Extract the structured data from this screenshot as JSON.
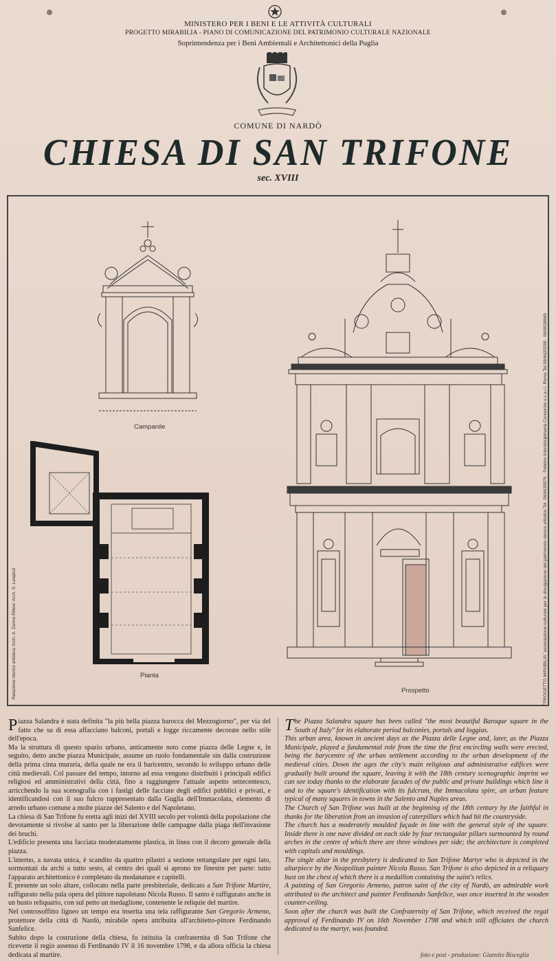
{
  "header": {
    "ministry": "MINISTERO PER I BENI E LE ATTIVITÀ CULTURALI",
    "project": "PROGETTO MIRABILIA - PIANO DI COMUNICAZIONE DEL PATRIMONIO CULTURALE NAZIONALE",
    "soprintendenza": "Soprintendenza per i Beni Ambientali e Architettonici della Puglia",
    "comune": "COMUNE DI NARDÒ",
    "title": "CHIESA DI SAN TRIFONE",
    "subtitle": "sec. XVIII"
  },
  "drawings": {
    "campanile_caption": "Campanile",
    "pianta_caption": "Pianta",
    "prospetto_caption": "Prospetto",
    "left_credit": "Relazione storico artistica: Arch. A. Zanno   Rilievi: Arch. S. Leopizzi",
    "right_credit": "\"PROGETTO MIRABILIA\" associazione culturale per la divulgazione del patrimonio storico artistico  Tel. 06/6630076 - Polietro Interdisciplinarta  Consorzio s.c.a.r.l. Roma  Tel.06/6620298 - 06/6638669"
  },
  "text_it": {
    "dropcap": "P",
    "p1": "iazza Salandra è stata definita \"la più bella piazza barocca del Mezzogiorno\", per via del fatto che su di essa affacciano balconi, portali e logge riccamente decorate nello stile dell'epoca.",
    "p2": "Ma la struttura di questo spazio urbano, anticamente noto come piazza delle Legne e, in seguito, detto anche piazza Municipale, assume un ruolo fondamentale sin dalla costruzione della prima cinta muraria, della quale ne era il baricentro, secondo lo sviluppo urbano delle città medievali. Col passare del tempo, intorno ad essa vengono distribuiti i principali edifici religiosi ed amministrativi della città, fino a raggiungere l'attuale aspetto settecentesco, arricchendo la sua scenografia con i fastigi delle facciate degli edifici pubblici e privati, e identificandosi con il suo fulcro rappresentato dalla Guglia dell'Immacolata, elemento di arredo urbano comune a molte piazze del Salento e del Napoletano.",
    "p3": "La chiesa di San Trifone fu eretta agli inizi del XVIII secolo per volontà della popolazione che devotamente si rivolse al santo per la liberazione delle campagne dalla piaga dell'invasione dei bruchi.",
    "p4": "L'edificio presenta una facciata moderatamente plastica, in linea con il decoro generale della piazza.",
    "p5": "L'interno, a navata unica, è scandito da quattro pilastri a sezione rettangolare per ogni lato, sormontati da archi a tutto sesto, al centro dei quali si aprono tre finestre per parte: tutto l'apparato architettonico è completato da modanature e capitelli.",
    "p6a": "È presente un solo altare, collocato nella parte presbiteriale, dedicato a ",
    "p6b": "San Trifone Martire",
    "p6c": ", raffigurato nella pala opera del pittore napoletano Nicola Russo. Il santo è raffigurato anche in un busto reliquario, con sul petto un medaglione, contenente le reliquie del martire.",
    "p7a": "Nel controsoffitto ligneo un tempo era inserita una tela raffigurante ",
    "p7b": "San Gregorio Armeno",
    "p7c": ", protettore della città di Nardò, mirabile opera attribuita all'architetto-pittore Ferdinando Sanfelice.",
    "p8": "Subito dopo la costruzione della chiesa, fu istituita la confraternita di San Trifone che ricevette il regio assenso di Ferdinando IV il 16 novembre 1798, e da allora officia la chiesa dedicata al martire."
  },
  "text_en": {
    "dropcap": "T",
    "p1": "he Piazza Salandra square has been called \"the most beautiful Baroque square in the South of Italy\" for its elaborate period balconies, portals and loggias.",
    "p2": "This urban area, known in ancient days as the Piazza delle Legne and, later, as the Piazza Municipale, played a fundamental role from the time the first encircling walls were erected, being the barycentre of the urban settlement according to the urban development of the medieval cities. Down the ages the city's main religious and administrative edifices were gradually built around the square, leaving it with the 18th century scenographic imprint we can see today thanks to the elaborate facades of the public and private buildings which line it and to the square's identification with its fulcrum, the Immacolata spire, an urban feature typical of many squares in towns in the Salento and Naples areas.",
    "p3": "The Church of San Trifone was built at the beginning of the 18th century by the faithful in thanks for the liberation from an invasion of caterpillars which had hit the countryside.",
    "p4": "The church has a moderately moulded façade in line with the general style of the square. Inside there is one nave divided on each side by four rectangular pillars surmounted by round arches in the centre of which there are three windows per side; the architecture is completed with capitals and mouldings.",
    "p5": "The single altar in the presbytery is dedicated to San Trifone Martyr who is depicted in the altarpiece by the Neapolitan painter Nicola Russo. San Trifone is also depicted in a reliquary bust on the chest of which there is a medallion containing the saint's relics.",
    "p6": "A painting of San Gregorio Armeno, patron saint of the city of Nardò, an admirable work attributed to the architect and painter Ferdinando Sanfelice, was once inserted in the wooden counter-ceiling.",
    "p7": "Soon after the church was built the Confraternity of San Trifone, which received the regal approval of Ferdinando IV on 16th November 1798 and which still officiates the church dedicated to the martyr, was founded."
  },
  "footer": "foto e post - produzione: Gianvito Bisceglia"
}
